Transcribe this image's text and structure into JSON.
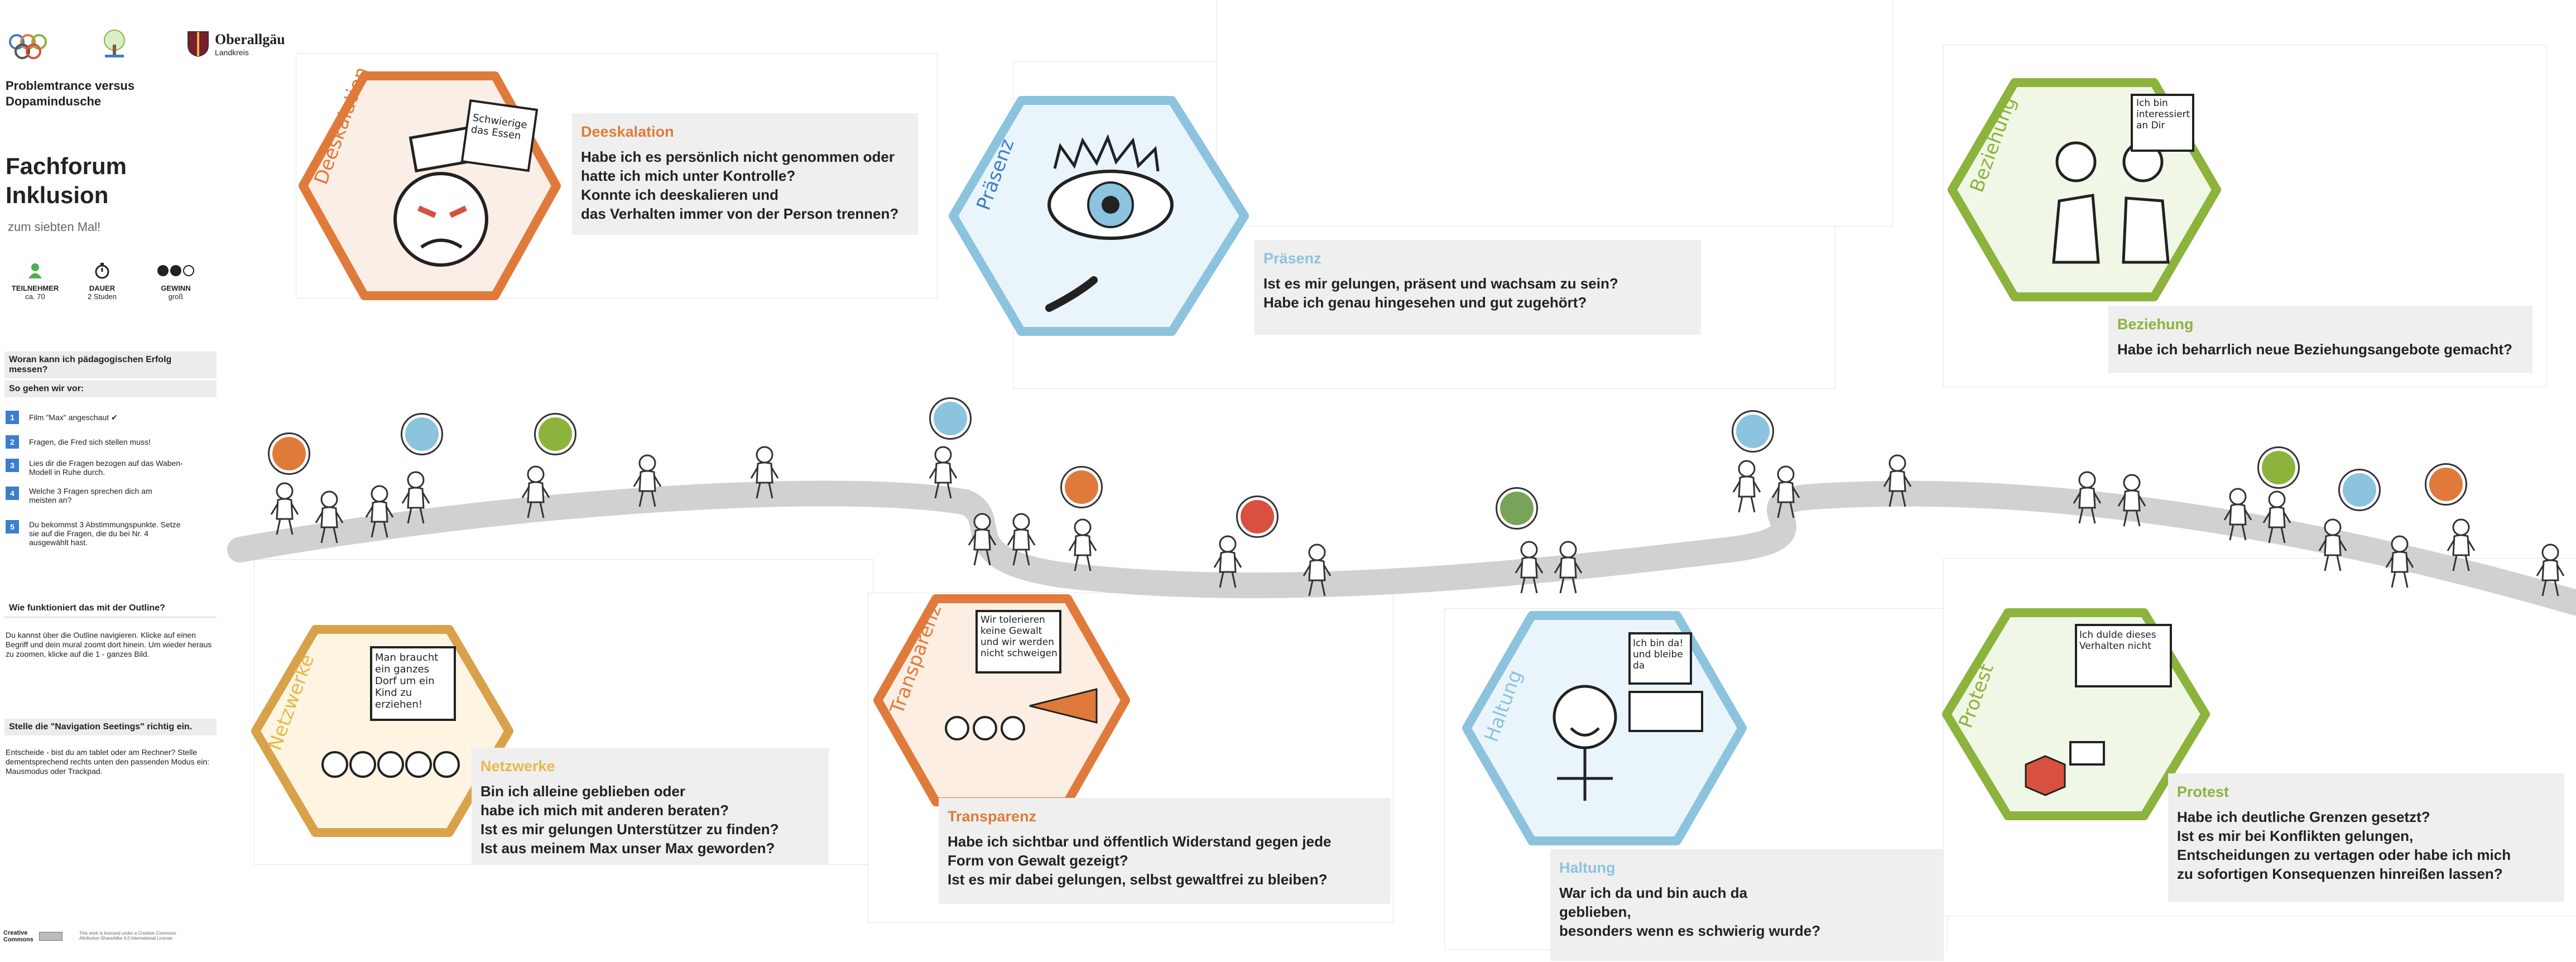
{
  "colors": {
    "orange": "#e07a3b",
    "blue": "#8cc3de",
    "green": "#8cb33c",
    "red": "#d95040",
    "yellow": "#e8b84a",
    "accent_steps": "#3b7ecb"
  },
  "sidebar": {
    "logo_org": "Oberallgäu",
    "logo_org_sub": "Landkreis",
    "subtitle": "Problemtrance versus Dopamindusche",
    "title_line1": "Fachforum",
    "title_line2": "Inklusion",
    "tagline": "zum siebten Mal!",
    "stats": [
      {
        "icon": "person-icon",
        "label": "TEILNEHMER",
        "value": "ca. 70"
      },
      {
        "icon": "stopwatch-icon",
        "label": "DAUER",
        "value": "2 Studen"
      },
      {
        "icon": "dots-icon",
        "label": "GEWINN",
        "value": "groß"
      }
    ],
    "question_heading": "Woran kann ich pädagogischen Erfolg messen?",
    "steps_heading": "So gehen wir vor:",
    "steps": [
      {
        "num": "1",
        "text": "Film \"Max\" angeschaut ✔"
      },
      {
        "num": "2",
        "text": "Fragen, die Fred sich stellen muss!"
      },
      {
        "num": "3",
        "text": "Lies dir die Fragen bezogen auf das Waben-Modell in Ruhe durch."
      },
      {
        "num": "4",
        "text": "Welche 3 Fragen sprechen dich am meisten an?"
      },
      {
        "num": "5",
        "text": "Du bekommst 3 Abstimmungspunkte. Setze sie auf die Fragen, die du bei Nr. 4 ausgewählt hast."
      }
    ],
    "outline_heading": "Wie funktioniert das mit der Outline?",
    "outline_text": "Du kannst über die Outline navigieren. Klicke auf einen Begriff und dein mural zoomt dort hinein. Um wieder heraus zu zoomen, klicke auf die 1 - ganzes Bild.",
    "nav_heading": "Stelle die \"Navigation Seetings\" richtig ein.",
    "nav_text": "Entscheide - bist du am tablet oder am Rechner? Stelle dementsprechend rechts unten den passenden Modus ein: Mausmodus oder Trackpad.",
    "license_label": "Creative Commons",
    "license_text": "This work is licensed under a Creative Commons Attribution-ShareAlike 4.0 International License"
  },
  "cards": {
    "deeskalation": {
      "title": "Deeskalation",
      "hex_text": "Deeskalation",
      "speech": "Schwierige das Essen",
      "text": "Habe ich es persönlich nicht genommen oder\nhatte ich mich unter Kontrolle?\nKonnte ich deeskalieren und\ndas Verhalten immer von der Person trennen?"
    },
    "praesenz": {
      "title": "Präsenz",
      "hex_text": "Präsenz",
      "text": "Ist es mir gelungen, präsent und wachsam zu sein?\nHabe ich genau hingesehen und gut zugehört?"
    },
    "beziehung": {
      "title": "Beziehung",
      "hex_text": "Beziehung",
      "speech": "Ich bin interessiert an Dir",
      "text": "Habe ich beharrlich neue Beziehungsangebote gemacht?"
    },
    "netzwerke": {
      "title": "Netzwerke",
      "hex_text": "Netzwerke",
      "speech": "Man braucht ein ganzes Dorf um ein Kind zu erziehen!",
      "text": "Bin ich alleine geblieben oder\nhabe ich mich mit anderen beraten?\nIst es mir gelungen Unterstützer zu finden?\nIst aus meinem Max unser Max geworden?"
    },
    "transparenz": {
      "title": "Transparenz",
      "hex_text": "Transparenz",
      "speech": "Wir tolerieren keine Gewalt und wir werden nicht schweigen",
      "text": "Habe ich sichtbar und öffentlich Widerstand gegen jede\nForm von Gewalt gezeigt?\nIst es mir dabei gelungen, selbst gewaltfrei zu bleiben?"
    },
    "haltung": {
      "title": "Haltung",
      "hex_text": "Haltung",
      "speech": "Ich bin da! und bleibe da",
      "text": "War ich da und bin auch da\ngeblieben,\nbesonders wenn es schwierig wurde?"
    },
    "protest": {
      "title": "Protest",
      "hex_text": "Protest",
      "speech": "Ich dulde dieses Verhalten nicht",
      "text": "Habe ich deutliche Grenzen gesetzt?\nIst es mir bei Konflikten gelungen,\nEntscheidungen zu vertagen oder habe ich mich\nzu sofortigen Konsequenzen hinreißen lassen?"
    }
  }
}
